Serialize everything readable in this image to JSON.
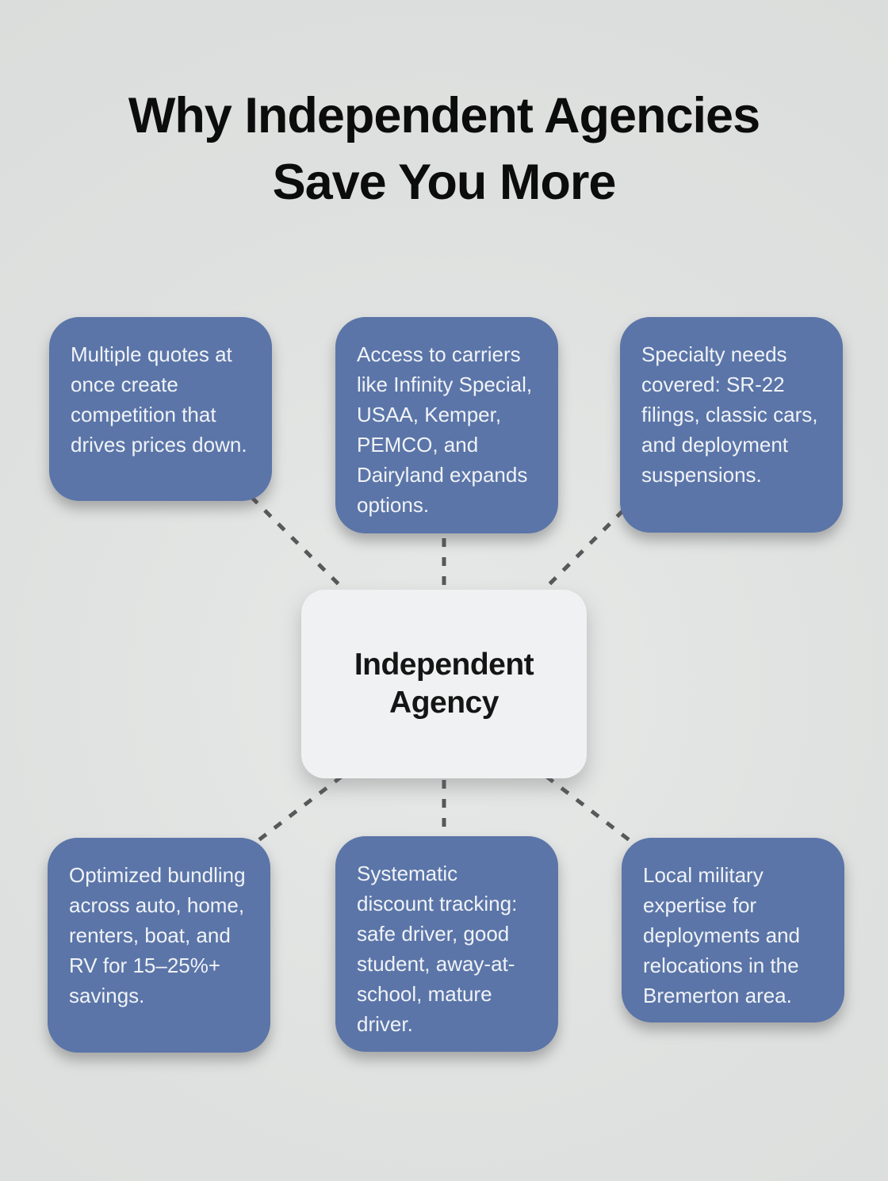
{
  "title": {
    "line1": "Why Independent Agencies",
    "line2": "Save You More"
  },
  "center": {
    "label": "Independent Agency"
  },
  "nodes": [
    {
      "id": "top-left",
      "text": "Multiple quotes at once create competition that drives prices down."
    },
    {
      "id": "top-center",
      "text": "Access to carriers like Infinity Special, USAA, Kemper, PEMCO, and Dairyland expands options."
    },
    {
      "id": "top-right",
      "text": "Specialty needs covered: SR-22 filings, classic cars, and deployment suspensions."
    },
    {
      "id": "bottom-left",
      "text": "Optimized bundling across auto, home, renters, boat, and RV for 15–25%+ savings."
    },
    {
      "id": "bottom-center",
      "text": "Systematic discount tracking: safe driver, good student, away-at-school, mature driver."
    },
    {
      "id": "bottom-right",
      "text": "Local military expertise for deployments and relocations in the Bremerton area."
    }
  ],
  "colors": {
    "background": "#dfe1e0",
    "node_fill": "#5b75a8",
    "node_text": "#f0f3f7",
    "center_fill": "#f0f1f2",
    "center_text": "#151515",
    "connector": "#57585a",
    "title_text": "#0c0c0c"
  }
}
